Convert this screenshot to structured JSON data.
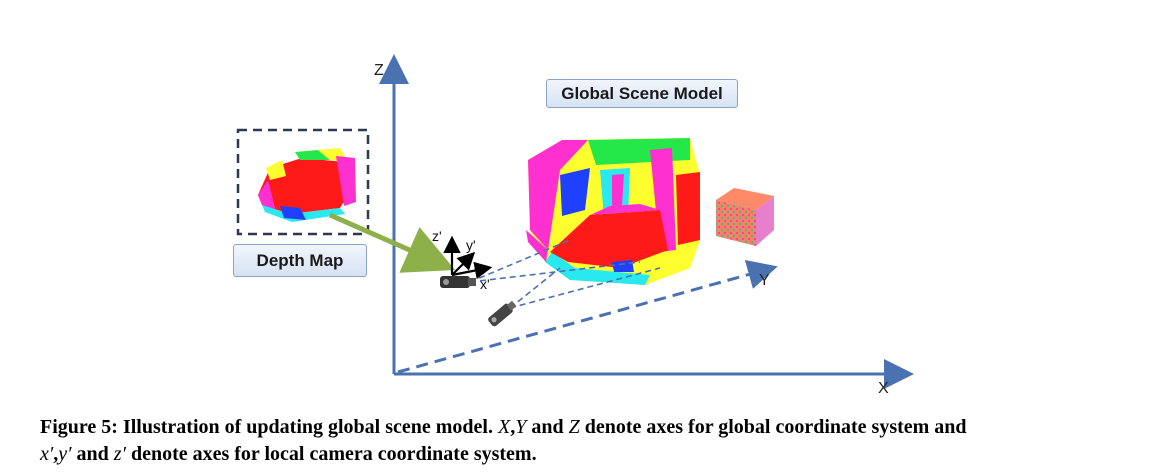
{
  "labels": {
    "global_scene_model": "Global Scene Model",
    "depth_map": "Depth Map"
  },
  "axes": {
    "global": {
      "x": "X",
      "y": "Y",
      "z": "Z"
    },
    "local": {
      "x": "x'",
      "y": "y'",
      "z": "z'"
    }
  },
  "caption": {
    "figure_label": "Figure 5:",
    "text_1": "Illustration of updating global scene model.",
    "X": "X",
    "sep_1": ",",
    "Y": "Y",
    "and_1": "and",
    "Z": "Z",
    "text_2": "denote axes for global coordinate system and",
    "x_prime": "x′",
    "sep_2": ",",
    "y_prime": "y′",
    "and_2": "and",
    "z_prime": "z′",
    "text_3": "denote axes for local camera coordinate system."
  },
  "colors": {
    "axis_blue": "#4a72b0",
    "arrow_green": "#8db04a",
    "label_border": "#8aa3c7",
    "point_red": "#ff1a1a",
    "point_magenta": "#ff30d0",
    "point_cyan": "#28e8f0",
    "point_green": "#24e84a",
    "point_yellow": "#ffff30",
    "point_blue": "#2040ff"
  }
}
